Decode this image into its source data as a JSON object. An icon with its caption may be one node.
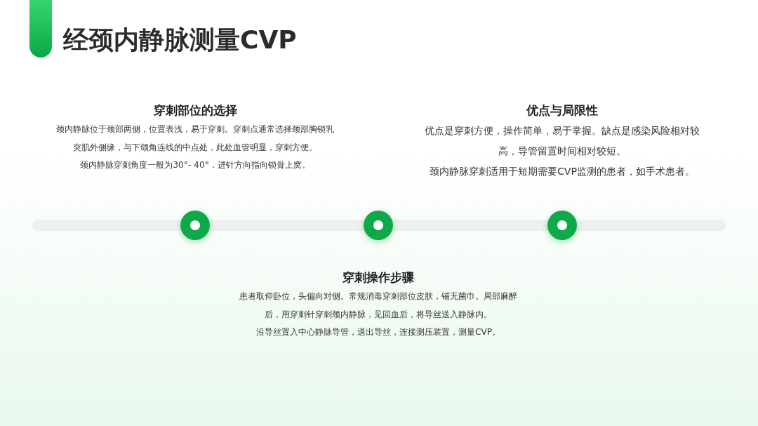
{
  "diagram": {
    "title": "经颈内静脉测量CVP",
    "nodes": [
      {
        "text": [],
        "shape": "circle",
        "beside": [
          "穿刺部位的选择",
          "颈内静脉位于颈部两侧，位置表浅，易于穿刺。穿刺点通常选择颈部胸锁乳突肌外侧缘，与下颌角连线的中点处，此处血管明显，穿刺方便。",
          "颈内静脉穿刺角度一般为30°- 40°，进针方向指向锁骨上窝。"
        ]
      },
      {
        "text": [],
        "shape": "circle",
        "beside": [
          "穿刺操作步骤",
          "患者取仰卧位，头偏向对侧。常规消毒穿刺部位皮肤，铺无菌巾。局部麻醉后，用穿刺针穿刺颈内静脉，见回血后，将导丝送入静脉内。",
          "沿导丝置入中心静脉导管，退出导丝，连接测压装置，测量CVP。"
        ]
      },
      {
        "text": [],
        "shape": "circle",
        "beside": [
          "优点与局限性",
          "优点是穿刺方便，操作简单，易于掌握。缺点是感染风险相对较高，导管留置时间相对较短。",
          "颈内静脉穿刺适用于短期需要CVP监测的患者，如手术患者。"
        ]
      }
    ]
  }
}
